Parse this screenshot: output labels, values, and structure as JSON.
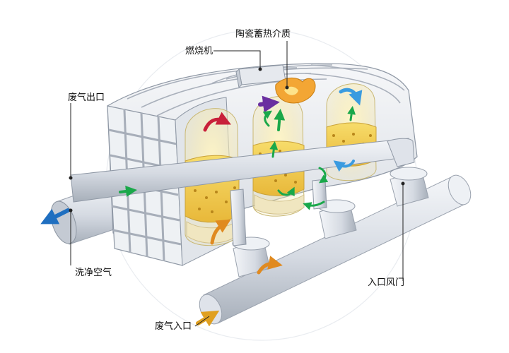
{
  "labels": {
    "ceramic_media": "陶瓷蓄热介质",
    "burner": "燃烧机",
    "exhaust_outlet": "废气出口",
    "clean_air": "洗净空气",
    "inlet_damper": "入口风门",
    "exhaust_inlet": "废气入口"
  },
  "colors": {
    "metal_light": "#eef1f5",
    "metal_mid": "#d3d8e0",
    "metal_dark": "#9aa2ae",
    "glow": "#fff2b3",
    "media": "#f2cf55",
    "media_dark": "#b88912",
    "flame": "#f2a431",
    "arrow_green": "#1aa84a",
    "arrow_blue": "#1f6fc0",
    "arrow_sky": "#3a9be0",
    "arrow_red": "#c8203a",
    "arrow_purple": "#6a2fa0",
    "arrow_orange": "#e08a20"
  },
  "icons": [
    "flame-icon",
    "flow-arrow-icon"
  ]
}
